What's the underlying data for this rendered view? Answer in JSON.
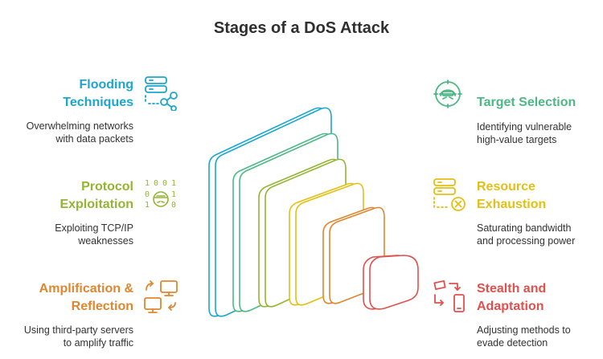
{
  "title": "Stages of a DoS Attack",
  "colors": {
    "flooding": "#1aa7cf",
    "target": "#4cb886",
    "protocol": "#93b531",
    "resource": "#e4bf14",
    "amplification": "#e0862e",
    "stealth": "#e0514e"
  },
  "stages": {
    "flooding": {
      "title_lines": [
        "Flooding",
        "Techniques"
      ],
      "desc_lines": [
        "Overwhelming networks",
        "with data packets"
      ],
      "icon": "server-share-icon"
    },
    "target": {
      "title_lines": [
        "Target Selection"
      ],
      "desc_lines": [
        "Identifying vulnerable",
        "high-value targets"
      ],
      "icon": "masked-face-target-icon"
    },
    "protocol": {
      "title_lines": [
        "Protocol",
        "Exploitation"
      ],
      "desc_lines": [
        "Exploiting TCP/IP",
        "weaknesses"
      ],
      "icon": "binary-hacker-icon",
      "icon_text": [
        "1",
        "0",
        "0",
        "1",
        "0",
        "1",
        "1",
        "0"
      ]
    },
    "resource": {
      "title_lines": [
        "Resource",
        "Exhaustion"
      ],
      "desc_lines": [
        "Saturating bandwidth",
        "and processing power"
      ],
      "icon": "server-error-icon"
    },
    "amplification": {
      "title_lines": [
        "Amplification &",
        "Reflection"
      ],
      "desc_lines": [
        "Using third-party servers",
        "to amplify traffic"
      ],
      "icon": "computers-exchange-icon"
    },
    "stealth": {
      "title_lines": [
        "Stealth and",
        "Adaptation"
      ],
      "desc_lines": [
        "Adjusting methods to",
        "evade detection"
      ],
      "icon": "devices-transfer-icon"
    }
  }
}
